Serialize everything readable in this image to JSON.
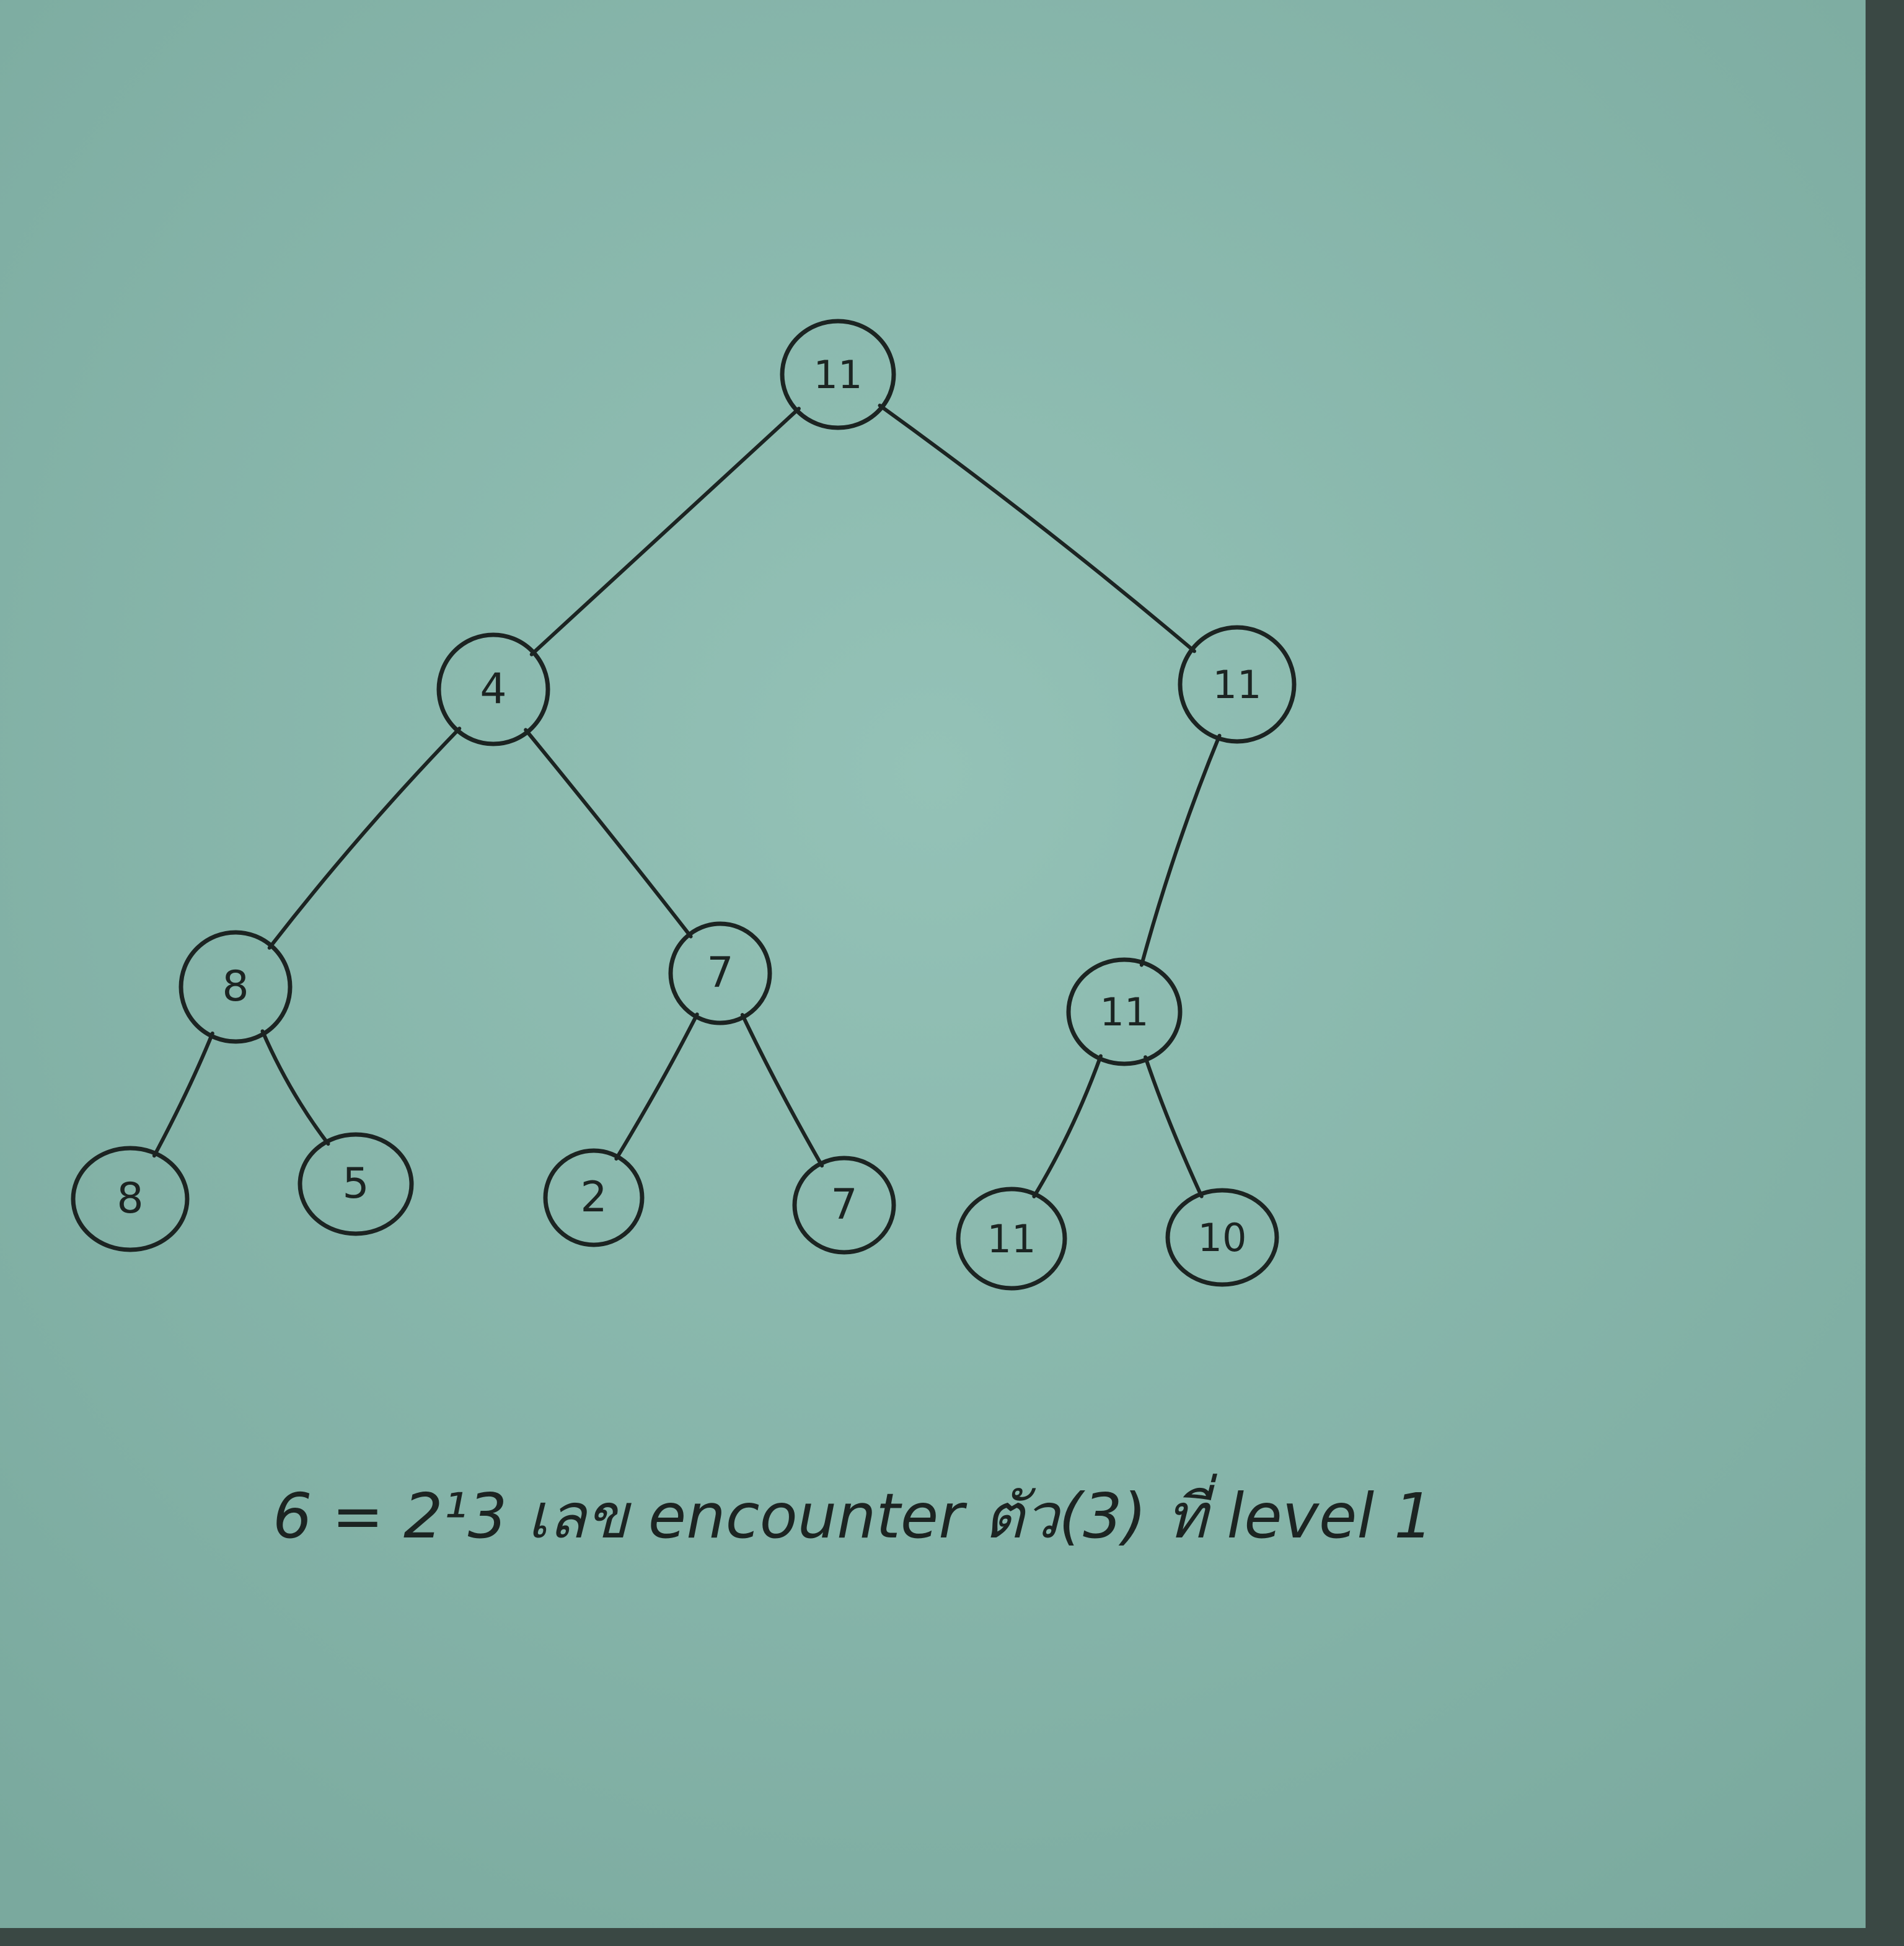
{
  "colors": {
    "paper": "#8ab9ae",
    "paper_shadow": "#6f9a90",
    "ink": "#1c2422",
    "background": "#3a4844"
  },
  "tree": {
    "nodes": [
      {
        "id": "n0",
        "label": "11"
      },
      {
        "id": "n1",
        "label": "4"
      },
      {
        "id": "n2",
        "label": "11"
      },
      {
        "id": "n3",
        "label": "8"
      },
      {
        "id": "n4",
        "label": "7"
      },
      {
        "id": "n5",
        "label": "11"
      },
      {
        "id": "n6",
        "label": "8"
      },
      {
        "id": "n7",
        "label": "5"
      },
      {
        "id": "n8",
        "label": "2"
      },
      {
        "id": "n9",
        "label": "7"
      },
      {
        "id": "n10",
        "label": "11"
      },
      {
        "id": "n11",
        "label": "10"
      }
    ],
    "edges": [
      [
        "n0",
        "n1"
      ],
      [
        "n0",
        "n2"
      ],
      [
        "n1",
        "n3"
      ],
      [
        "n1",
        "n4"
      ],
      [
        "n2",
        "n5"
      ],
      [
        "n3",
        "n6"
      ],
      [
        "n3",
        "n7"
      ],
      [
        "n4",
        "n8"
      ],
      [
        "n4",
        "n9"
      ],
      [
        "n5",
        "n10"
      ],
      [
        "n5",
        "n11"
      ]
    ]
  },
  "note": {
    "text": "6 = 2¹3 เลข encounter ตัว(3) ที่ level 1"
  }
}
